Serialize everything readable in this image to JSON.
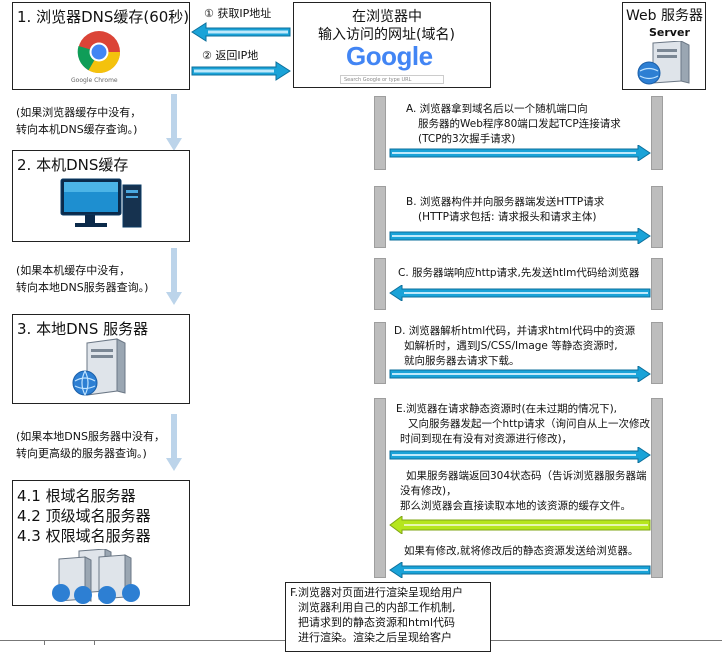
{
  "left": {
    "browser_cache_title": "1. 浏览器DNS缓存(60秒)",
    "chrome_caption": "Google Chrome",
    "note1": [
      "(如果浏览器缓存中没有，",
      "转向本机DNS缓存查询。)"
    ],
    "local_dns_title": "2. 本机DNS缓存",
    "note2": [
      "(如果本机缓存中没有，",
      "转向本地DNS服务器查询。)"
    ],
    "local_server_title": "3. 本地DNS 服务器",
    "note3": [
      "(如果本地DNS服务器中没有，",
      "转向更高级的服务器查询。)"
    ],
    "hier": [
      "4.1 根域名服务器",
      "4.2 顶级域名服务器",
      "4.3 权限域名服务器"
    ]
  },
  "middle": {
    "arrow1_label": "① 获取IP地址",
    "arrow2_label": "② 返回IP地",
    "url_box": [
      "在浏览器中",
      "输入访问的网址(域名)"
    ],
    "google_logo": "Google",
    "search_placeholder": "Search Google or type URL"
  },
  "right": {
    "web_server_title": "Web 服务器",
    "server_label": "Server"
  },
  "steps": {
    "A": [
      "A. 浏览器拿到域名后以一个随机端口向",
      "服务器的Web程序80端口发起TCP连接请求",
      "(TCP的3次握手请求)"
    ],
    "B": [
      "B. 浏览器构件并向服务器端发送HTTP请求",
      "(HTTP请求包括: 请求报头和请求主体)"
    ],
    "C": [
      "C. 服务器端响应http请求,先发送htlm代码给浏览器"
    ],
    "D": [
      "D. 浏览器解析html代码，并请求html代码中的资源",
      "如解析时，遇到JS/CSS/Image 等静态资源时,",
      "就向服务器去请求下载。"
    ],
    "E": [
      "E.浏览器在请求静态资源时(在未过期的情况下),",
      "又向服务器发起一个http请求（询问自从上一次修改",
      "时间到现在有没有对资源进行修改)，"
    ],
    "E2": [
      "如果服务器端返回304状态码（告诉浏览器服务器端",
      "没有修改)，",
      "那么浏览器会直接读取本地的该资源的缓存文件。"
    ],
    "E3": [
      "如果有修改,就将修改后的静态资源发送给浏览器。"
    ],
    "F": [
      "F.浏览器对页面进行渲染呈现给用户",
      "浏览器利用自己的内部工作机制,",
      "把请求到的静态资源和html代码",
      "进行渲染。渲染之后呈现给客户"
    ]
  },
  "colors": {
    "arrow_blue": "#1aa3d8",
    "arrow_green": "#b5e61d",
    "flow_arrow": "#bcd4ea",
    "lane_grey": "#bdbdbd"
  }
}
